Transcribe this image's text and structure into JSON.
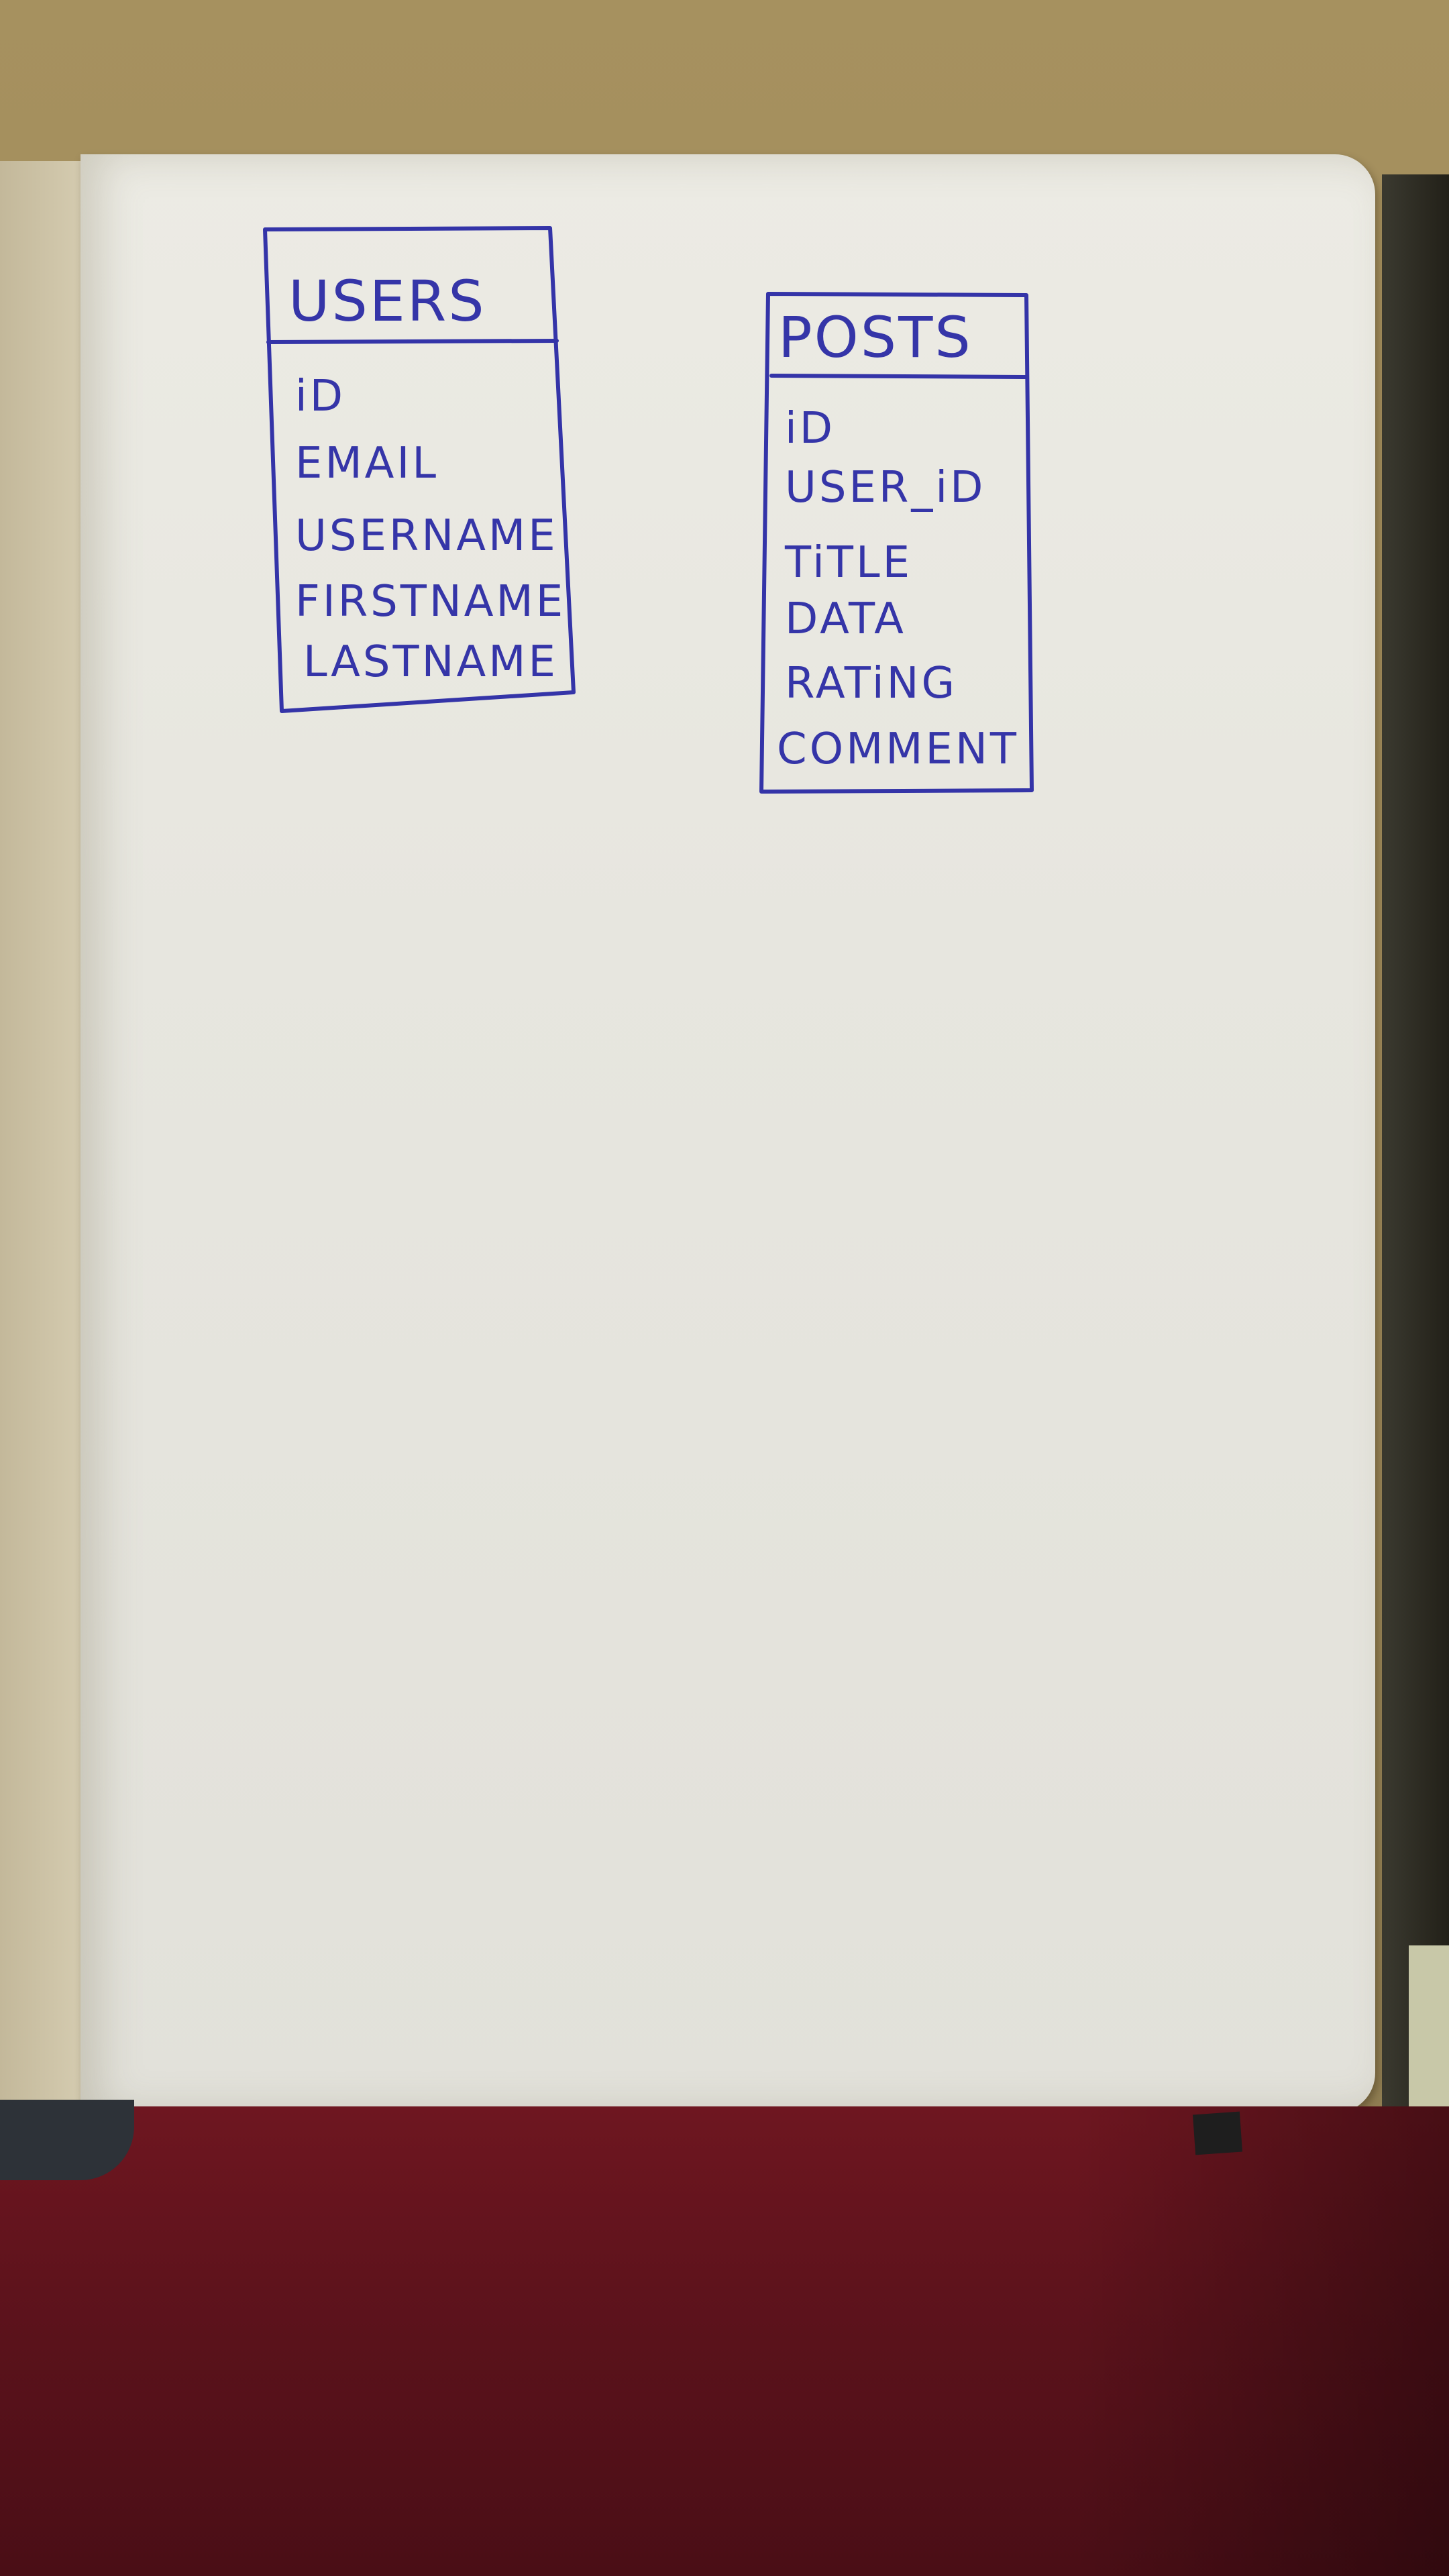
{
  "tables": [
    {
      "name": "USERS",
      "fields": [
        "iD",
        "EMAIL",
        "USERNAME",
        "FIRSTNAME",
        "LASTNAME"
      ]
    },
    {
      "name": "POSTS",
      "fields": [
        "iD",
        "USER_iD",
        "TiTLE",
        "DATA",
        "RATiNG",
        "COMMENT"
      ]
    }
  ],
  "ink_color": "#3535a8",
  "paper_color": "#e9e8e1"
}
